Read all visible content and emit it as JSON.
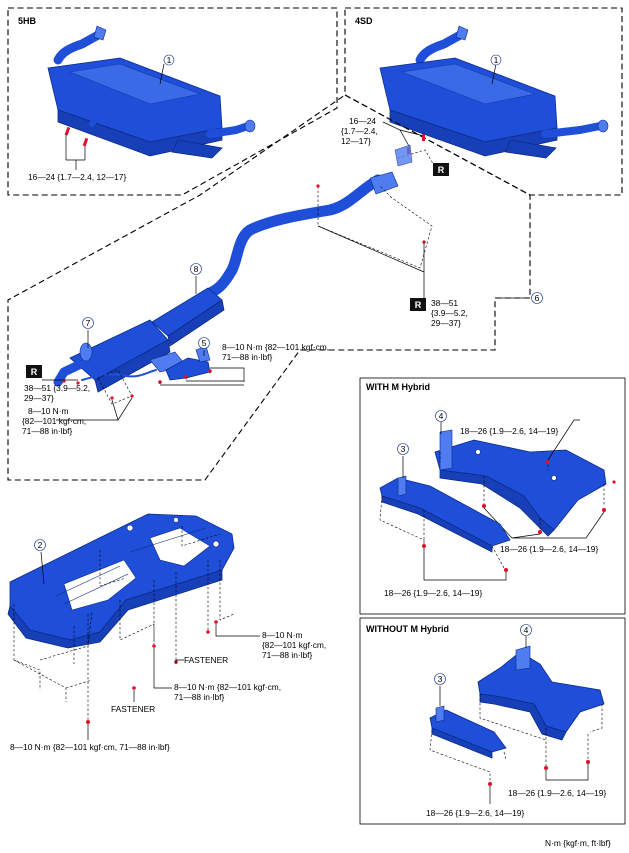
{
  "variants": {
    "hb": "5HB",
    "sd": "4SD"
  },
  "callouts": {
    "c1": "1",
    "c2": "2",
    "c3": "3",
    "c4": "4",
    "c5": "5",
    "c6": "6",
    "c7": "7",
    "c8": "8"
  },
  "replace_mark": "R",
  "panels": {
    "with_hybrid": "WITH M Hybrid",
    "without_hybrid": "WITHOUT M Hybrid"
  },
  "torques": {
    "hb_silencer": "16—24 {1.7—2.4,  12—17}",
    "sd_silencer": [
      "16—24",
      "{1.7—2.4,",
      "12—17}"
    ],
    "front_pipe": [
      "38—51",
      "{3.9—5.2,",
      "29—37}"
    ],
    "hanger_bracket": [
      "8—10 N·m {82—101 kgf·cm,",
      "71—88 in·lbf}"
    ],
    "catalyst_flange": [
      "38—51  {3.9—5.2,",
      "29—37}"
    ],
    "catalyst_bracket": [
      "8—10 N·m",
      "{82—101 kgf·cm,",
      "71—88 in·lbf}"
    ],
    "hybrid_top": "18—26 {1.9—2.6, 14—19}",
    "hybrid_right": "18—26 {1.9—2.6, 14—19}",
    "hybrid_bottom": "18—26 {1.9—2.6, 14—19}",
    "nohybrid_right": "18—26 {1.9—2.6, 14—19}",
    "nohybrid_bottom": "18—26 {1.9—2.6, 14—19}",
    "insulator_right": [
      "8—10 N·m",
      "{82—101 kgf·cm,",
      "71—88 in·lbf}"
    ],
    "insulator_mid": [
      "8—10 N·m {82—101 kgf·cm,",
      "71—88 in·lbf}"
    ],
    "insulator_bottom": "8—10 N·m {82—101 kgf·cm, 71—88 in·lbf}"
  },
  "fasteners": {
    "f1": "FASTENER",
    "f2": "FASTENER"
  },
  "unit_note": "N·m {kgf·m, ft·lbf}"
}
